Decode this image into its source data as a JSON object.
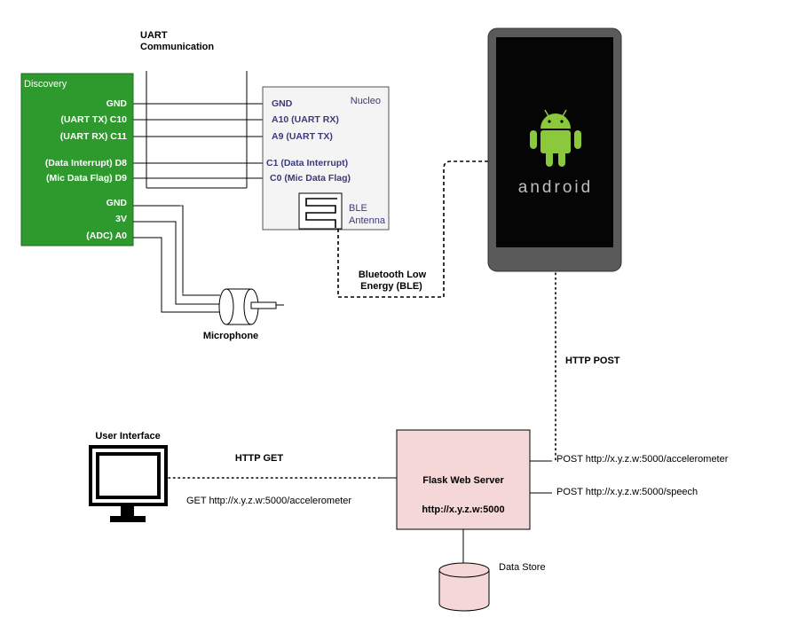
{
  "uart": {
    "title_line1": "UART",
    "title_line2": "Communication"
  },
  "discovery": {
    "title": "Discovery",
    "pins": [
      "GND",
      "(UART TX) C10",
      "(UART RX) C11",
      "(Data Interrupt) D8",
      "(Mic Data Flag) D9",
      "GND",
      "3V",
      "(ADC) A0"
    ],
    "color": "#2e9a2e"
  },
  "nucleo": {
    "title": "Nucleo",
    "pins": [
      "GND",
      "A10 (UART RX)",
      "A9 (UART TX)",
      "C1 (Data Interrupt)",
      "C0 (Mic Data Flag)"
    ],
    "ble_line1": "BLE",
    "ble_line2": "Antenna",
    "text_color": "#3a3a7a"
  },
  "microphone": {
    "label": "Microphone"
  },
  "ble_link": {
    "line1": "Bluetooth Low",
    "line2": "Energy (BLE)"
  },
  "phone": {
    "brand": "android",
    "robot_color": "#8cc83c"
  },
  "http_post": {
    "label": "HTTP POST"
  },
  "server": {
    "title": "Flask Web Server",
    "url": "http://x.y.z.w:5000",
    "fill": "#f5d7d8",
    "endpoints": [
      "POST http://x.y.z.w:5000/accelerometer",
      "POST http://x.y.z.w:5000/speech"
    ]
  },
  "user_interface": {
    "label": "User Interface"
  },
  "http_get": {
    "label": "HTTP GET",
    "endpoint": "GET http://x.y.z.w:5000/accelerometer"
  },
  "data_store": {
    "label": "Data Store"
  }
}
